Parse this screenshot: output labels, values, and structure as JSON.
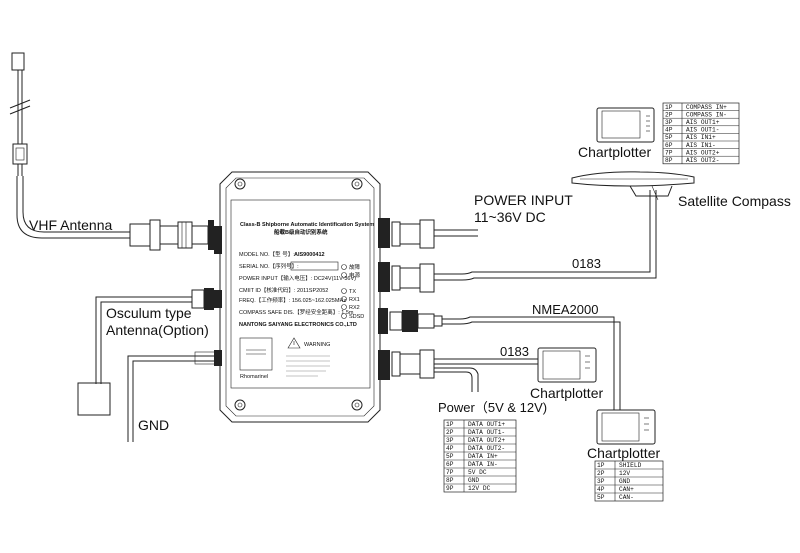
{
  "labels": {
    "vhf_antenna": "VHF Antenna",
    "osculum_line1": "Osculum type",
    "osculum_line2": "Antenna(Option)",
    "gnd": "GND",
    "power_input_line1": "POWER INPUT",
    "power_input_line2": "11~36V DC",
    "satellite_compass": "Satellite Compass",
    "chartplotter_top": "Chartplotter",
    "chartplotter_mid": "Chartplotter",
    "chartplotter_right": "Chartplotter",
    "cable_0183_top": "0183",
    "cable_0183_bottom": "0183",
    "nmea2000": "NMEA2000",
    "power_5v_12v": "Power（5V & 12V)"
  },
  "device": {
    "title_en": "Class-B Shipborne Automatic Identification System",
    "title_cn": "船载B级自动识别系统",
    "model_label": "MODEL NO.【型  号】:",
    "model_value": "AIS9000412",
    "serial_label": "SERIAL NO.【序列号】:",
    "power_label": "POWER INPUT【输入电压】: DC24V(11V-36V)",
    "cmiit_label": "CMIIT ID【核准代码】: 2011SP2052",
    "freq_label": "FREQ.【工作频率】: 156.025~162.025MHz",
    "compass_label": "COMPASS SAFE DIS.【罗经安全距离】: 1.5m",
    "maker": "NANTONG SAIYANG ELECTRONICS CO.,LTD",
    "led_power1": "故障",
    "led_power2": "电源",
    "led_tx": "TX",
    "led_rx1": "RX1",
    "led_rx2": "RX2",
    "led_sdsd": "SDSD",
    "warning_title": "WARNING",
    "brand_mark": "Rhomarinel"
  },
  "tables": {
    "compass_pins": [
      [
        "1P",
        "COMPASS  IN+"
      ],
      [
        "2P",
        "COMPASS  IN-"
      ],
      [
        "3P",
        "AIS OUT1+"
      ],
      [
        "4P",
        "AIS OUT1-"
      ],
      [
        "5P",
        "AIS IN1+"
      ],
      [
        "6P",
        "AIS IN1-"
      ],
      [
        "7P",
        "AIS OUT2+"
      ],
      [
        "8P",
        "AIS OUT2-"
      ]
    ],
    "data_pins": [
      [
        "1P",
        "DATA OUT1+"
      ],
      [
        "2P",
        "DATA OUT1-"
      ],
      [
        "3P",
        "DATA OUT2+"
      ],
      [
        "4P",
        "DATA OUT2-"
      ],
      [
        "5P",
        "DATA IN+"
      ],
      [
        "6P",
        "DATA IN-"
      ],
      [
        "7P",
        "5V DC"
      ],
      [
        "8P",
        "GND"
      ],
      [
        "9P",
        "12V DC"
      ]
    ],
    "nmea_pins": [
      [
        "1P",
        "SHIELD"
      ],
      [
        "2P",
        "12V"
      ],
      [
        "3P",
        "GND"
      ],
      [
        "4P",
        "CAN+"
      ],
      [
        "5P",
        "CAN-"
      ]
    ]
  }
}
